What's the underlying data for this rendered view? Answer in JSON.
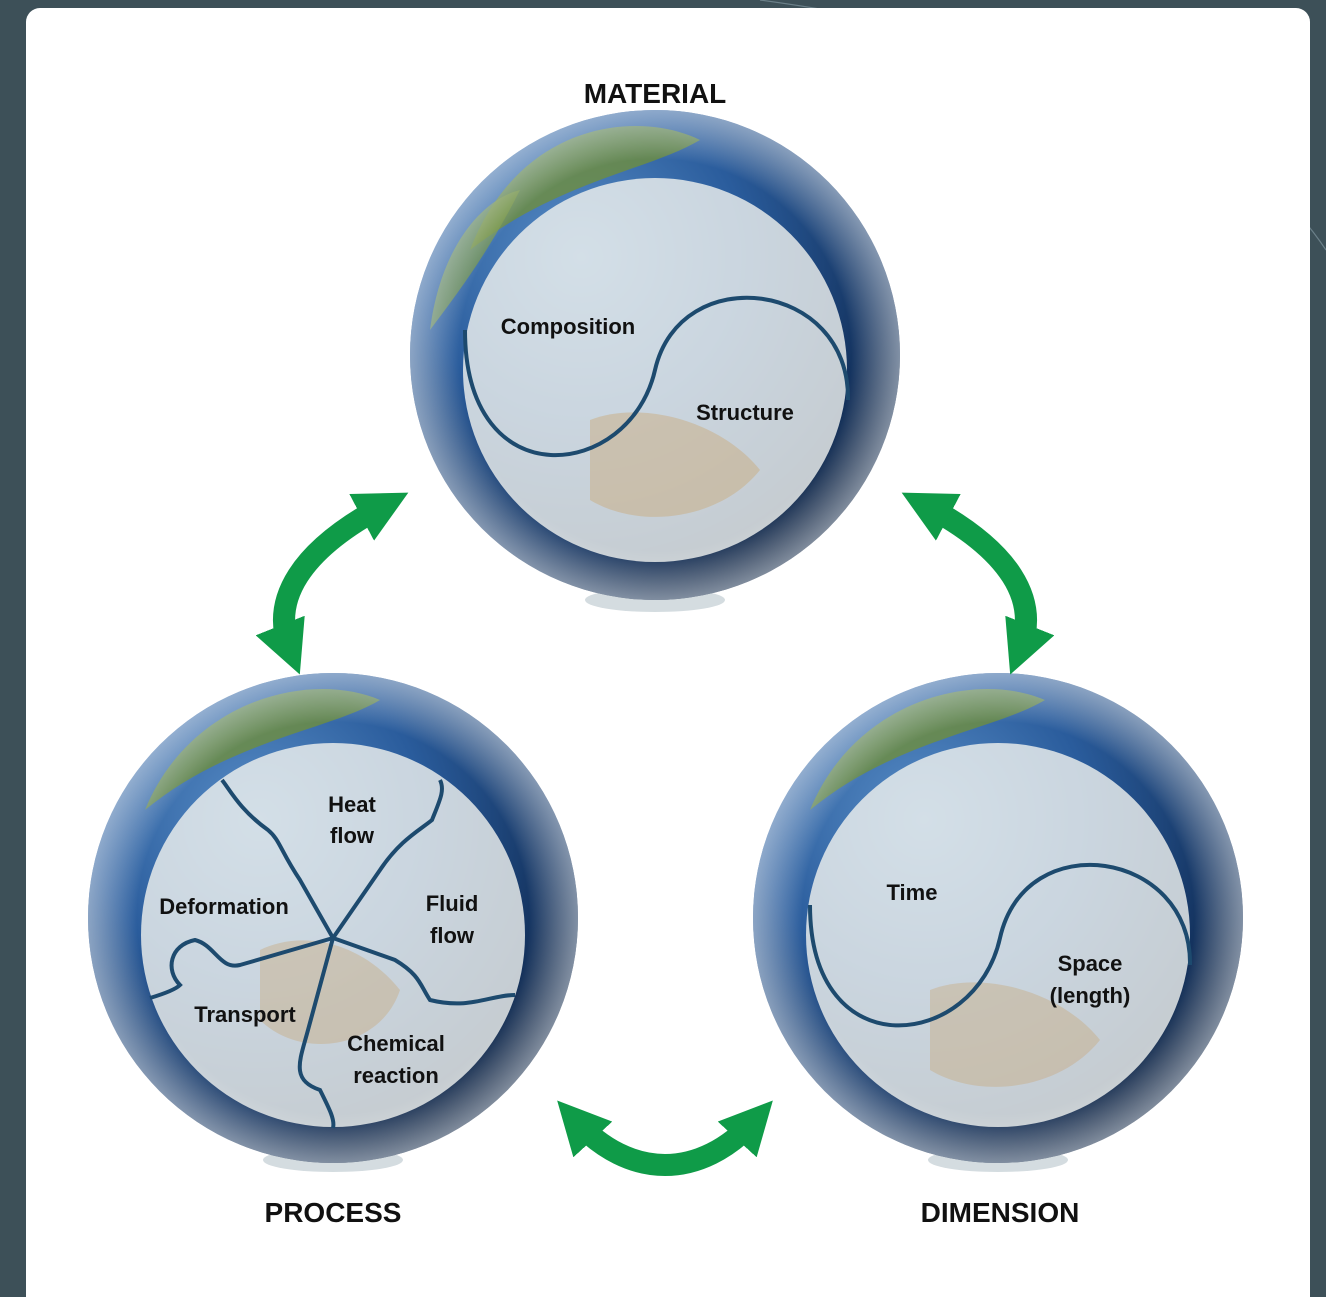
{
  "material": {
    "title": "MATERIAL",
    "parts": [
      "Composition",
      "Structure"
    ]
  },
  "process": {
    "title": "PROCESS",
    "parts": {
      "heat_1": "Heat",
      "heat_2": "flow",
      "fluid_1": "Fluid",
      "fluid_2": "flow",
      "deformation": "Deformation",
      "transport": "Transport",
      "chem_1": "Chemical",
      "chem_2": "reaction"
    }
  },
  "dimension": {
    "title": "DIMENSION",
    "parts": {
      "time": "Time",
      "space_1": "Space",
      "space_2": "(length)"
    }
  },
  "colors": {
    "background": "#3d5058",
    "arrow": "#0f9b48",
    "ocean": "#1f4f8f",
    "divider": "#1d4a6e"
  }
}
